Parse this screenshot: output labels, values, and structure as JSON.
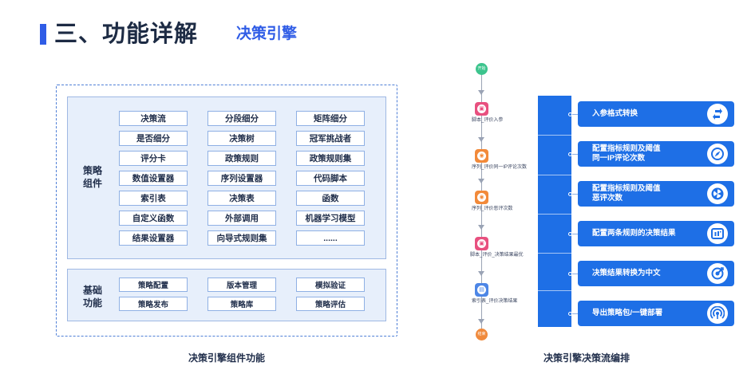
{
  "header": {
    "title": "三、功能详解",
    "subtitle": "决策引擎"
  },
  "components": {
    "strategy_label": "策略\n组件",
    "strategy_items": [
      "决策流",
      "分段细分",
      "矩阵细分",
      "是否细分",
      "决策树",
      "冠军挑战者",
      "评分卡",
      "政策规则",
      "政策规则集",
      "数值设置器",
      "序列设置器",
      "代码脚本",
      "索引表",
      "决策表",
      "函数",
      "自定义函数",
      "外部调用",
      "机器学习模型",
      "结果设置器",
      "向导式规则集",
      "......"
    ],
    "basic_label": "基础\n功能",
    "basic_items": [
      "策略配置",
      "版本管理",
      "模拟验证",
      "策略发布",
      "策略库",
      "策略评估"
    ],
    "caption": "决策引擎组件功能"
  },
  "flow": {
    "start_label": "开始",
    "end_label": "结束",
    "nodes": [
      {
        "label": "脚本_评价入参",
        "color": "#e8507f",
        "icon": "script-icon"
      },
      {
        "label": "序列_评价同一IP评论次数",
        "color": "#f28a3a",
        "icon": "sequence-icon"
      },
      {
        "label": "序列_评价恶评次数",
        "color": "#f28a3a",
        "icon": "sequence-icon"
      },
      {
        "label": "脚本_评价_决策结果最优",
        "color": "#e8507f",
        "icon": "script-icon"
      },
      {
        "label": "索引表_评价决策结果",
        "color": "#4d86e6",
        "icon": "index-table-icon"
      }
    ],
    "steps": [
      {
        "label": "入参格式转换",
        "icon": "convert-icon"
      },
      {
        "label": "配置指标规则及阈值\n同一IP评论次数",
        "icon": "compass-icon"
      },
      {
        "label": "配置指标规则及阈值\n恶评次数",
        "icon": "fan-icon"
      },
      {
        "label": "配置两条规则的决策结果",
        "icon": "chip-icon"
      },
      {
        "label": "决策结果转换为中文",
        "icon": "target-icon"
      },
      {
        "label": "导出策略包/一键部署",
        "icon": "broadcast-icon"
      }
    ],
    "caption": "决策引擎决策流编排"
  },
  "colors": {
    "accent": "#2f5ce6",
    "step_blue": "#1e6fe6",
    "panel_fill": "#e7effb",
    "start_green": "#3cc48d",
    "end_orange": "#f08a3c"
  }
}
